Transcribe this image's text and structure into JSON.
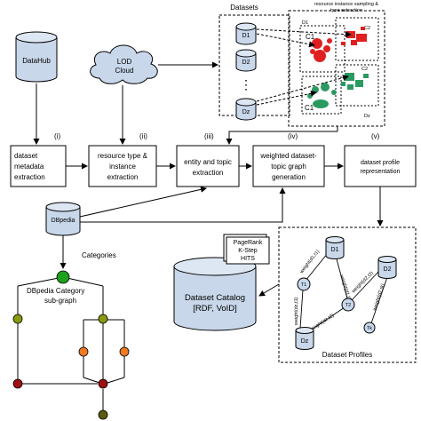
{
  "sources": {
    "datahub": "DataHub",
    "lod_line1": "LOD",
    "lod_line2": "Cloud",
    "dbpedia": "DBpedia"
  },
  "datasets": {
    "title": "Datasets",
    "d1": "D1",
    "d2": "D2",
    "dots": "⋮",
    "dz": "Dz"
  },
  "sampling": {
    "title_line1": "resource instance sampling &",
    "title_line2": "type extraction",
    "d1": "D1",
    "c1_top": "C1",
    "c2_top": "C2",
    "c1_bottom": "C1",
    "c2_bottom": "C2",
    "dz": "Dz"
  },
  "steps": [
    {
      "num": "(i)",
      "line1": "dataset",
      "line2": "metadata",
      "line3": "extraction"
    },
    {
      "num": "(ii)",
      "line1": "resource type &",
      "line2": "instance",
      "line3": "extraction"
    },
    {
      "num": "(iii)",
      "line1": "entity and topic",
      "line2": "extraction",
      "line3": ""
    },
    {
      "num": "(iv)",
      "line1": "weighted dataset-",
      "line2": "topic graph",
      "line3": "generation"
    },
    {
      "num": "(v)",
      "line1": "dataset profile",
      "line2": "representation",
      "line3": ""
    }
  ],
  "categories": {
    "label": "Categories",
    "subgraph_line1": "DBpedia Category",
    "subgraph_line2": "sub-graph"
  },
  "catalog": {
    "line1": "Dataset Catalog",
    "line2": "[RDF, VoID]"
  },
  "ranking": {
    "line1": "PageRank",
    "line2": "K-Step",
    "line3": "HITS"
  },
  "profiles": {
    "title": "Dataset Profiles",
    "d1": "D1",
    "d2": "D2",
    "dz": "Dz",
    "t1": "T1",
    "t2": "T2",
    "tk": "Tk",
    "w1": "weight(d1,t1)",
    "w2": "weight(d1,t2)",
    "w3": "weight(d2,t2)",
    "w4": "weight(dz,t1)",
    "w5": "weight(dz,t2)",
    "w6": "weight(d2,tk)"
  },
  "colors": {
    "cylinder": "#c8d7ea",
    "cylinder_top": "#dde7f4",
    "cloud": "#c8d7ea",
    "red": "#e02020",
    "green": "#2a9a60",
    "graph_green": "#1fa01f",
    "olive": "#8a9a10",
    "orange": "#f07a20",
    "dark_red": "#a01010",
    "dark_olive": "#5a5a10"
  }
}
